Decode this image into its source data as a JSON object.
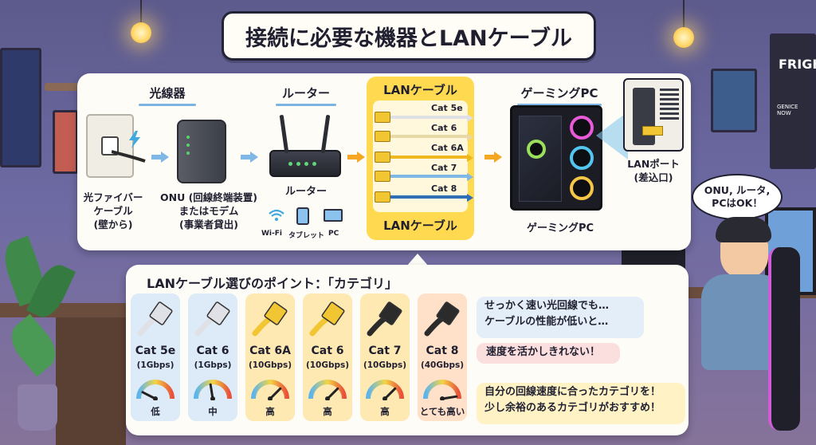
{
  "title": "接続に必要な機器とLANケーブル",
  "sections": {
    "fiber": {
      "heading": "光線器",
      "caption": [
        "光ファイバー",
        "ケーブル",
        "(壁から)"
      ]
    },
    "onu": {
      "caption": [
        "ONU (回線終端装置)",
        "またはモデム",
        "(事業者貸出)"
      ]
    },
    "router": {
      "heading": "ルーター",
      "caption": "ルーター",
      "devices": [
        "Wi-Fi",
        "タブレット",
        "PC"
      ]
    },
    "lan": {
      "heading": "LANケーブル",
      "footer": "LANケーブル",
      "cables": [
        "Cat 5e",
        "Cat 6",
        "Cat 6A",
        "Cat 7",
        "Cat 8"
      ]
    },
    "pc": {
      "heading": "ゲーミングPC",
      "caption": "ゲーミングPC",
      "port_caption": [
        "LANポート",
        "(差込口)"
      ]
    }
  },
  "speech_bubble": [
    "ONU, ルータ,",
    "PCはOK！"
  ],
  "points": {
    "title": "LANケーブル選びのポイント：「カテゴリ」",
    "categories": [
      {
        "name": "Cat 5e",
        "speed": "(1Gbps)",
        "grade": "低",
        "level": 0.15,
        "bg": "#dcebf7",
        "plug": "#dfe1e6"
      },
      {
        "name": "Cat 6",
        "speed": "(1Gbps)",
        "grade": "中",
        "level": 0.45,
        "bg": "#dcebf7",
        "plug": "#dfe1e6"
      },
      {
        "name": "Cat 6A",
        "speed": "(10Gbps)",
        "grade": "高",
        "level": 0.75,
        "bg": "#ffe9b3",
        "plug": "#f2c533"
      },
      {
        "name": "Cat 6",
        "speed": "(10Gbps)",
        "grade": "高",
        "level": 0.75,
        "bg": "#ffe9b3",
        "plug": "#f2c533"
      },
      {
        "name": "Cat 7",
        "speed": "(10Gbps)",
        "grade": "高",
        "level": 0.75,
        "bg": "#ffe9b3",
        "plug": "#2b2b2b"
      },
      {
        "name": "Cat 8",
        "speed": "(40Gbps)",
        "grade": "とても高い",
        "level": 0.95,
        "bg": "#ffe0c8",
        "plug": "#2b2b2b"
      }
    ]
  },
  "notes": {
    "blue": [
      "せっかく速い光回線でも…",
      "ケーブルの性能が低いと…"
    ],
    "pink": "速度を活かしきれない！",
    "yellow": [
      "自分の回線速度に合ったカテゴリを！",
      "少し余裕のあるカテゴリがおすすめ！"
    ]
  },
  "colors": {
    "accent_blue": "#7bb3e3",
    "lan_yellow": "#ffd94f",
    "arrow_blue": "#7fb7e6",
    "arrow_orange": "#f5a623"
  },
  "icons": [
    "lightning-icon",
    "wifi-icon",
    "tablet-icon",
    "pc-icon",
    "gauge-icon",
    "ethernet-plug-icon"
  ],
  "poster_text": [
    "FRIGH",
    "GENICE NOW"
  ]
}
